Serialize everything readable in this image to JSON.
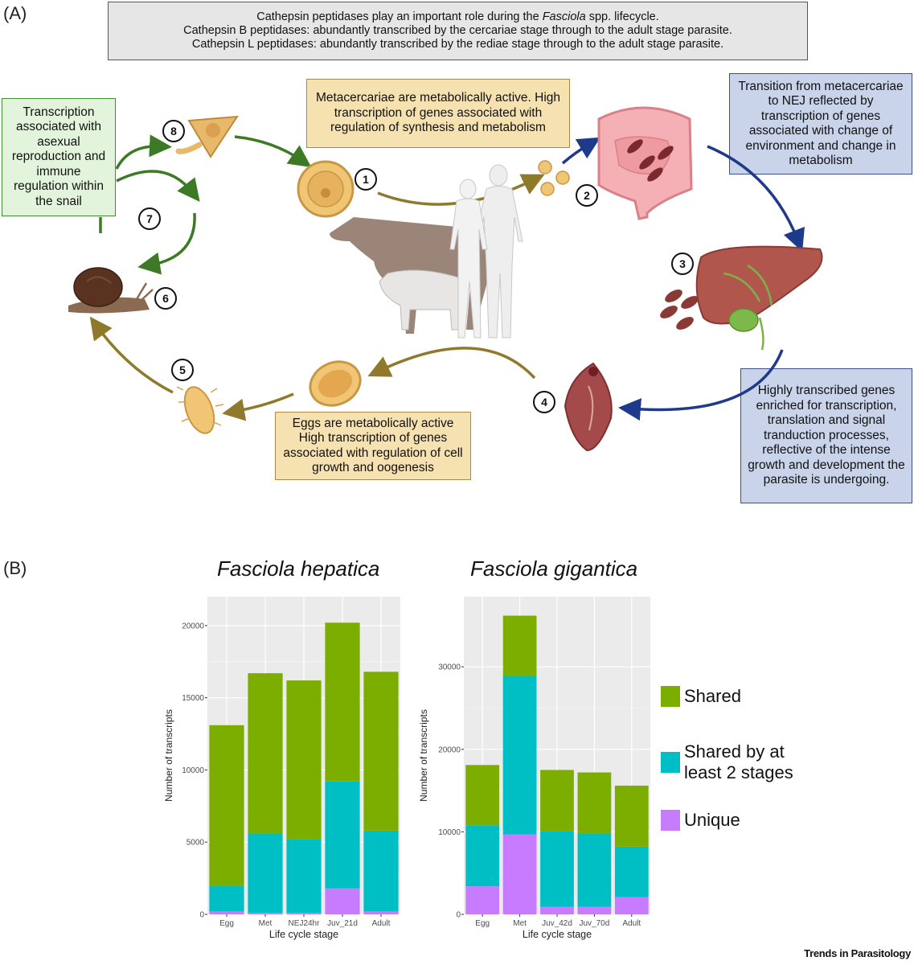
{
  "panel_a": {
    "label": "(A)",
    "header_lines": [
      "Cathepsin peptidases play an important role during the ",
      "Fasciola",
      " spp. lifecycle.",
      "Cathepsin B peptidases: abundantly transcribed by the cercariae stage through to the adult stage parasite.",
      "Cathepsin L peptidases: abundantly transcribed by the rediae stage through to the adult stage parasite."
    ],
    "green_box": "Transcription associated with asexual reproduction and immune regulation within the snail",
    "meta_box": "Metacercariae are metabolically active. High transcription of genes associated with regulation of synthesis and metabolism",
    "nej_box": "Transition from metacercariae to NEJ reflected by transcription of genes associated with change of environment and change in metabolism",
    "eggs_box": "Eggs are metabolically active High transcription of genes associated with regulation of cell growth and oogenesis",
    "adult_box": "Highly transcribed genes enriched for transcription, translation and signal tranduction processes, reflective of the intense growth and development the parasite is undergoing.",
    "numbers": [
      "1",
      "2",
      "3",
      "4",
      "5",
      "6",
      "7",
      "8"
    ],
    "colors": {
      "green_arrow": "#3d7a25",
      "tan_arrow": "#8f7a2c",
      "blue_arrow": "#1e3a8a"
    }
  },
  "panel_b": {
    "label": "(B)",
    "legend": [
      {
        "label": "Shared",
        "color": "#7cae00"
      },
      {
        "label": "Shared by at least 2 stages",
        "color": "#00bfc4"
      },
      {
        "label": "Unique",
        "color": "#c77cff"
      }
    ]
  },
  "footer": "Trends in Parasitology",
  "chart_data": [
    {
      "type": "bar",
      "stacked": true,
      "title": "Fasciola hepatica",
      "xlabel": "Life cycle stage",
      "ylabel": "Number of transcripts",
      "categories": [
        "Egg",
        "Met",
        "NEJ24hr",
        "Juv_21d",
        "Adult"
      ],
      "ylim": [
        0,
        22000
      ],
      "yticks": [
        0,
        5000,
        10000,
        15000,
        20000
      ],
      "series": [
        {
          "name": "Unique",
          "values": [
            200,
            100,
            100,
            1800,
            200
          ]
        },
        {
          "name": "Shared by at least 2 stages",
          "values": [
            1800,
            5500,
            5100,
            7400,
            5600
          ]
        },
        {
          "name": "Shared",
          "values": [
            11100,
            11100,
            11000,
            11000,
            11000
          ]
        }
      ]
    },
    {
      "type": "bar",
      "stacked": true,
      "title": "Fasciola gigantica",
      "xlabel": "Life cycle stage",
      "ylabel": "Number of transcripts",
      "categories": [
        "Egg",
        "Met",
        "Juv_42d",
        "Juv_70d",
        "Adult"
      ],
      "ylim": [
        0,
        38500
      ],
      "yticks": [
        0,
        10000,
        20000,
        30000
      ],
      "series": [
        {
          "name": "Unique",
          "values": [
            3400,
            9700,
            900,
            900,
            2100
          ]
        },
        {
          "name": "Shared by at least 2 stages",
          "values": [
            7400,
            19200,
            9200,
            8900,
            6100
          ]
        },
        {
          "name": "Shared",
          "values": [
            7300,
            7300,
            7400,
            7400,
            7400
          ]
        }
      ]
    }
  ]
}
